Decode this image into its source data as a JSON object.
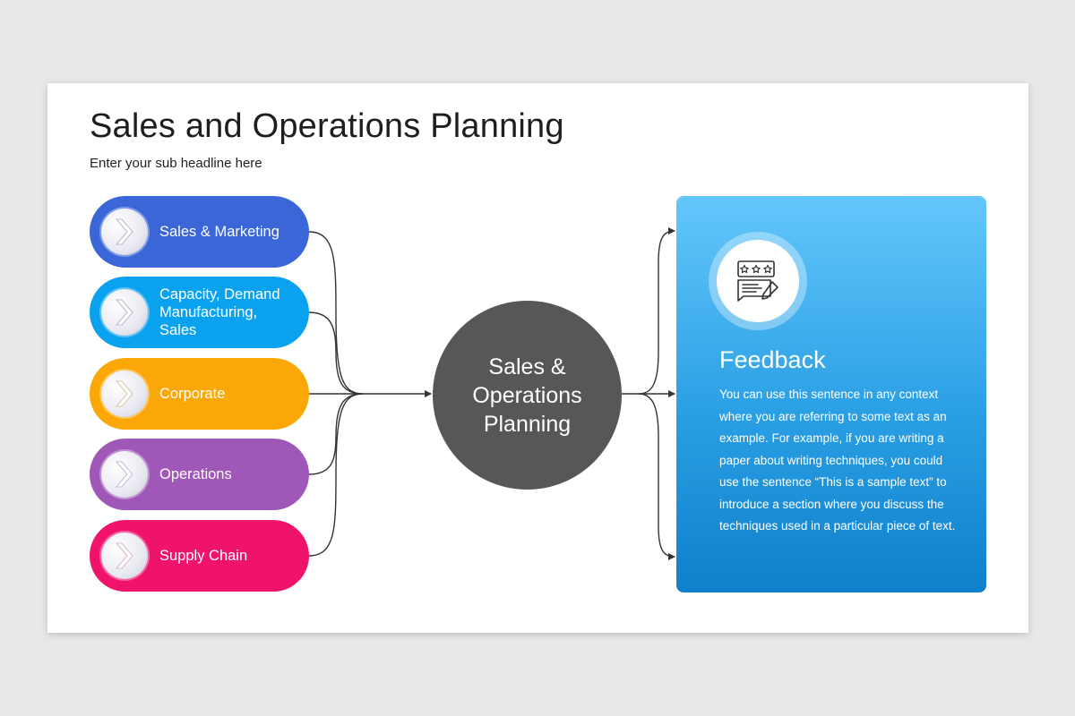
{
  "title": "Sales and Operations Planning",
  "subtitle": "Enter your sub headline here",
  "inputs": [
    {
      "label": "Sales & Marketing",
      "color": "#3a66d8"
    },
    {
      "label": "Capacity, Demand\nManufacturing,\nSales",
      "color": "#0aa2ef"
    },
    {
      "label": "Corporate",
      "color": "#fba707"
    },
    {
      "label": "Operations",
      "color": "#9f58b8"
    },
    {
      "label": "Supply Chain",
      "color": "#f0136c"
    }
  ],
  "hub": {
    "label": "Sales &\nOperations\nPlanning",
    "color": "#575757"
  },
  "feedback": {
    "title": "Feedback",
    "text": "You can use this sentence in any context where you are referring to some text as an example. For example, if you are writing a paper about writing techniques, you could use the sentence “This is a sample text” to introduce a section where you discuss the techniques used in a particular piece of text.",
    "icon": "feedback-rating-icon"
  },
  "colors": {
    "connector": "#333333",
    "background": "#e9e8e9"
  }
}
